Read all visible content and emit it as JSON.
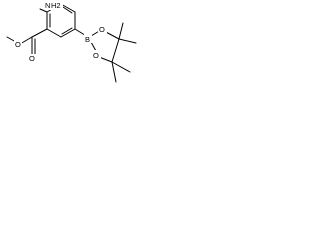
{
  "molecule": {
    "labels": {
      "amine_n": "N",
      "amine_h2": "H2",
      "carbonyl_o": "O",
      "ester_o": "O",
      "boron": "B",
      "ring_o_top": "O",
      "ring_o_bottom": "O"
    },
    "colors": {
      "bond": "#000000",
      "label": "#000000",
      "background": "#ffffff"
    }
  }
}
